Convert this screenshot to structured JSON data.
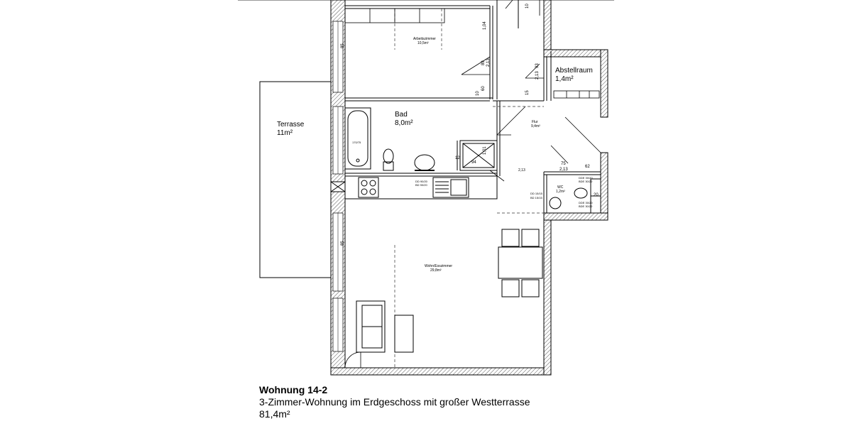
{
  "plan": {
    "rooms": {
      "terrasse": {
        "name": "Terrasse",
        "area": "11m²"
      },
      "arbeitszimmer": {
        "name": "Arbeitszimmer",
        "area": "10,5m²"
      },
      "bad": {
        "name": "Bad",
        "area": "8,0m²"
      },
      "abstellraum": {
        "name": "Abstellraum",
        "area": "1,4m²"
      },
      "flur": {
        "name": "Flur",
        "area": "9,4m²"
      },
      "wc": {
        "name": "WC",
        "area": "1,2m²"
      },
      "wohn_esszimmer": {
        "name": "Wohn/Esszimmer",
        "area": "29,8m²"
      }
    },
    "dimensions": {
      "d_104": "1,04",
      "d_213a": "2,13",
      "d_89": "89",
      "d_60": "60",
      "d_10a": "10",
      "d_10b": "10",
      "d_15": "15",
      "d_213b": "2,13",
      "d_93": "93",
      "d_85a": "85",
      "d_85b": "85",
      "d_101": "1,01",
      "d_94": "94",
      "d_12": "12",
      "d_75": "75",
      "d_213c": "2,13",
      "d_62": "62",
      "d_20": "20",
      "d_213d": "2,13",
      "d_170": "170/75"
    },
    "vent_labels": {
      "dd_left_1": "DD 90/20",
      "dd_left_2": "BD 90/20",
      "dd_mid_1": "DD 15/15",
      "dd_mid_2": "BD 15/15",
      "dde_1": "DDE 30/20",
      "dde_2": "BDE 30/20",
      "dde_3": "DDE 30/20",
      "dde_4": "BDE 30/20"
    }
  },
  "caption": {
    "title": "Wohnung 14-2",
    "description": "3-Zimmer-Wohnung im Erdgeschoss mit großer Westterrasse",
    "area": "81,4m²"
  }
}
